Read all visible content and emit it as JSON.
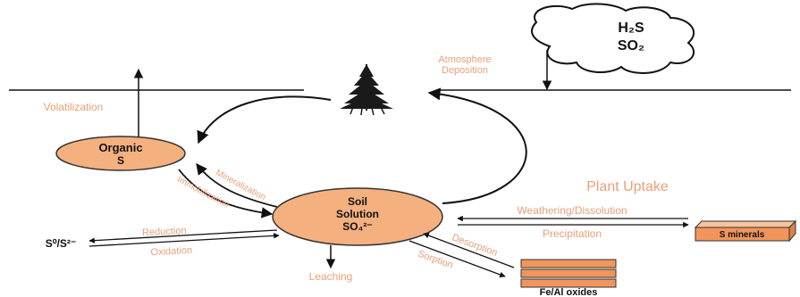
{
  "colors": {
    "accent_text": "#e8a07a",
    "pool_fill": "#f5b07f",
    "pool_stroke": "#333333",
    "line": "#111111"
  },
  "icons": {
    "tree": "conifer-tree-icon",
    "cloud": "cloud-icon"
  },
  "cloud": {
    "line1": "H₂S",
    "line2": "SO₂"
  },
  "labels": {
    "atmosphere_deposition_1": "Atmosphere",
    "atmosphere_deposition_2": "Deposition",
    "volatilization": "Volatilization",
    "plant_uptake": "Plant Uptake",
    "mineralization": "Mineralization",
    "immobilization": "Immobilization",
    "weathering_dissolution": "Weathering/Dissolution",
    "precipitation": "Precipitation",
    "reduction": "Reduction",
    "oxidation": "Oxidation",
    "desorption": "Desorption",
    "sorption": "Sorption",
    "leaching": "Leaching",
    "fe_al_oxides": "Fe/Al oxides",
    "s_minerals": "S minerals",
    "s0_s2": "S⁰/S²⁻"
  },
  "pools": {
    "organic_line1": "Organic",
    "organic_line2": "S",
    "soil_line1": "Soil",
    "soil_line2": "Solution",
    "soil_line3": "SO₄²⁻"
  }
}
